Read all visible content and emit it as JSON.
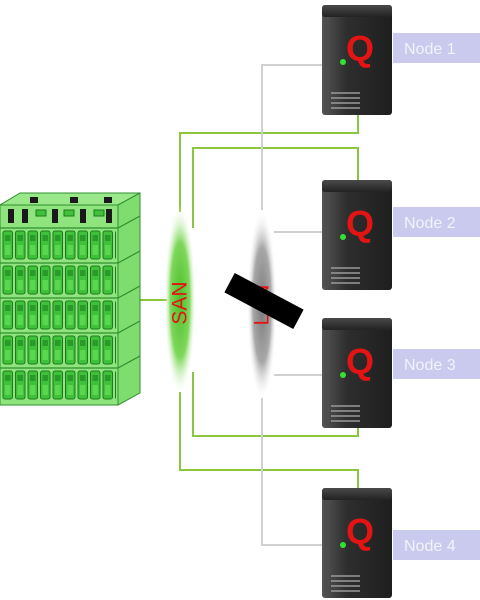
{
  "diagram": {
    "san_label": "SAN",
    "lan_label": "LAN",
    "nodes": [
      {
        "label": "Node 1",
        "logo": "Q"
      },
      {
        "label": "Node 2",
        "logo": "Q"
      },
      {
        "label": "Node 3",
        "logo": "Q"
      },
      {
        "label": "Node 4",
        "logo": "Q"
      }
    ]
  },
  "colors": {
    "san": "#5fc83a",
    "lan": "#8f8f8f",
    "link_san": "#8cc63f",
    "link_lan": "#d0d0d0",
    "label_bg": "#cacaee",
    "label_text": "#f2f2fa",
    "logo": "#e31414",
    "net_text": "#e31414",
    "power_led": "#33e033",
    "blocked_bar": "#000000"
  },
  "icons": {
    "storage": "storage-array-icon",
    "server": "server-tower-icon",
    "san": "san-ellipse-icon",
    "lan": "lan-ellipse-icon",
    "blocked": "blocked-link-icon"
  }
}
